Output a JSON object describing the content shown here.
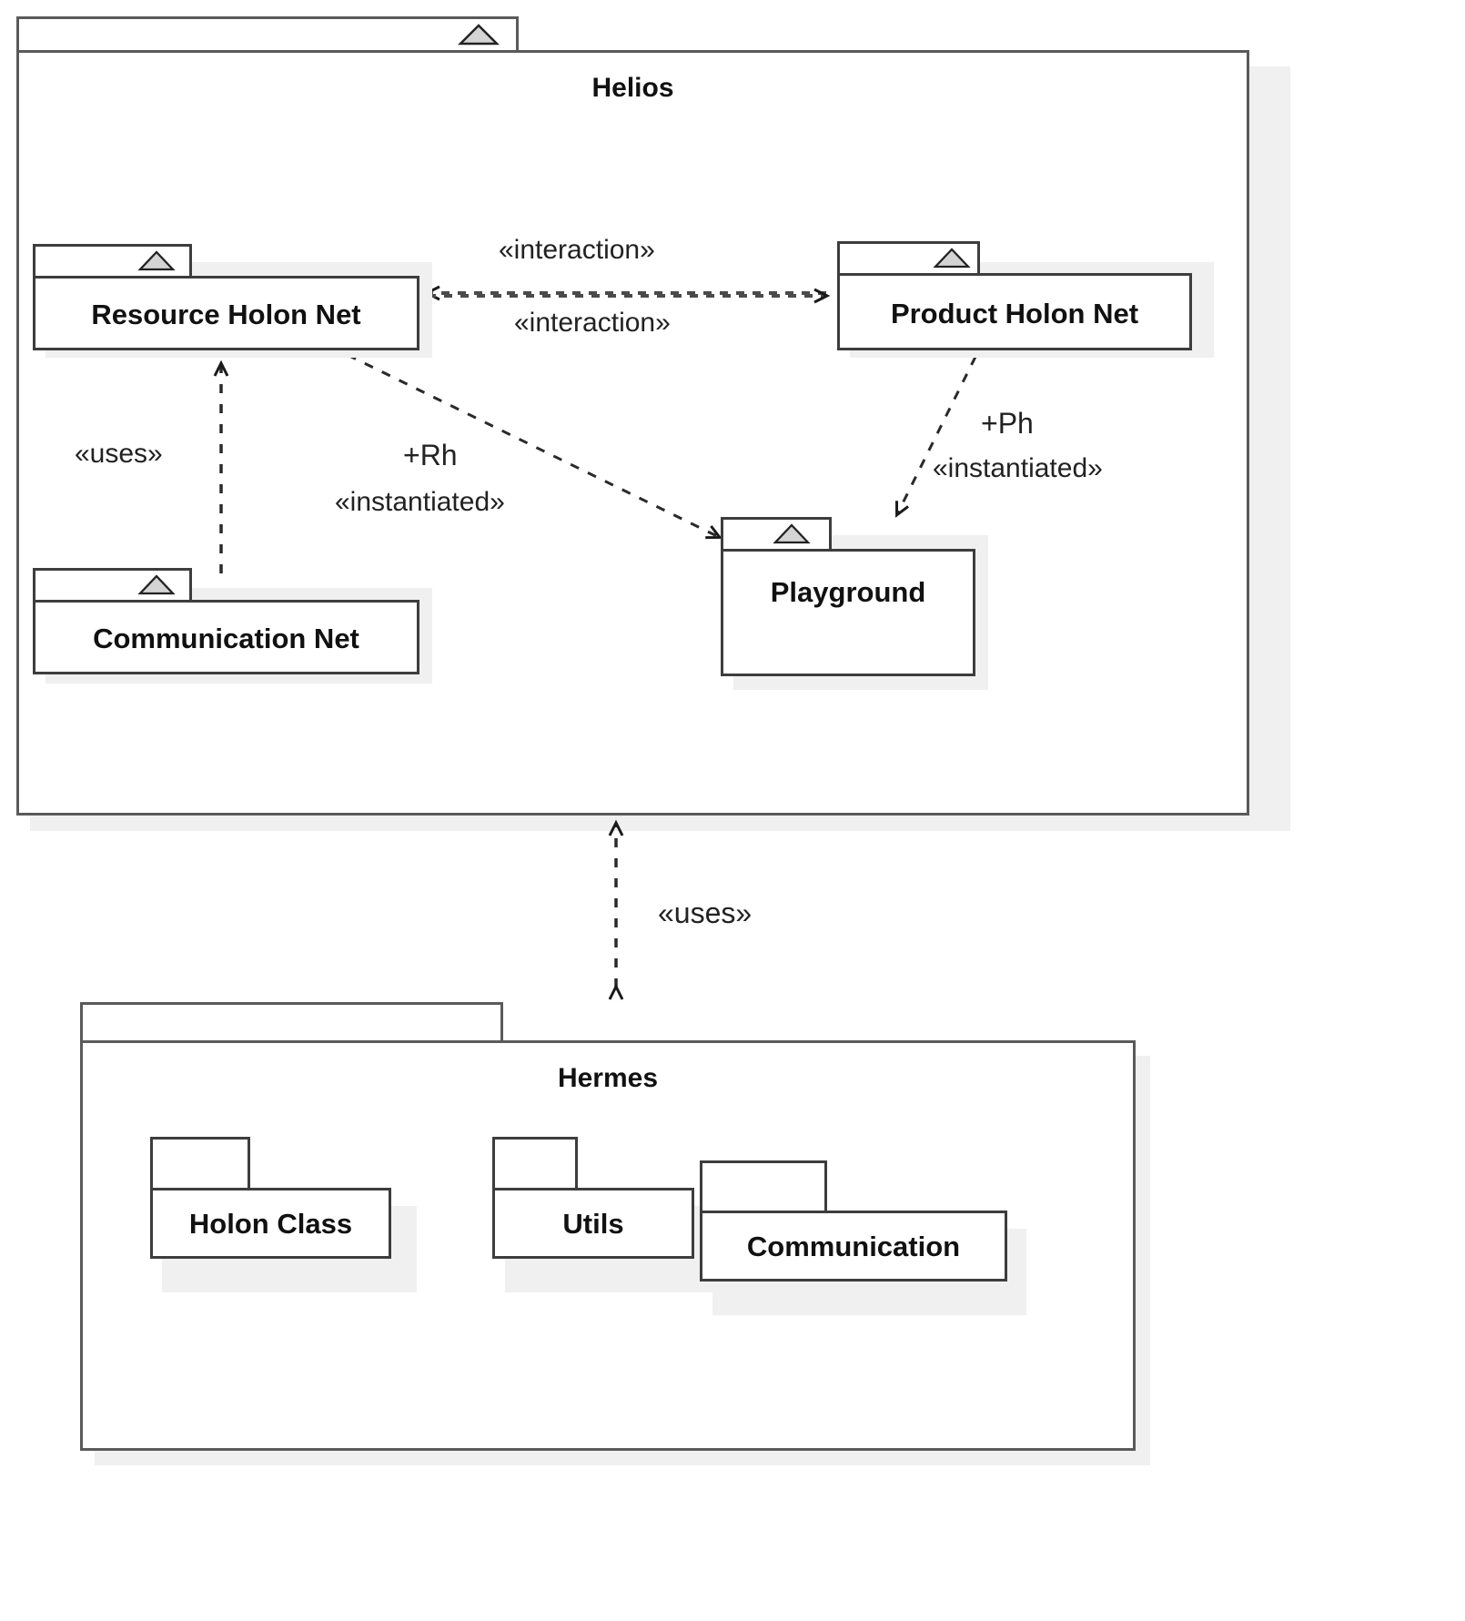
{
  "diagram": {
    "type": "uml-package-diagram",
    "title": "Helios / Hermes package structure"
  },
  "packages": {
    "helios": {
      "name": "Helios",
      "icon": "triangle-icon",
      "children": {
        "resource_holon_net": {
          "name": "Resource Holon Net",
          "icon": "triangle-icon"
        },
        "product_holon_net": {
          "name": "Product Holon Net",
          "icon": "triangle-icon"
        },
        "communication_net": {
          "name": "Communication Net",
          "icon": "triangle-icon"
        },
        "playground": {
          "name": "Playground",
          "icon": "triangle-icon"
        }
      }
    },
    "hermes": {
      "name": "Hermes",
      "children": {
        "holon_class": {
          "name": "Holon Class"
        },
        "utils": {
          "name": "Utils"
        },
        "communication": {
          "name": "Communication"
        }
      }
    }
  },
  "edges": [
    {
      "id": "rhn-phn-top",
      "from": "product_holon_net",
      "to": "resource_holon_net",
      "style": "dashed",
      "arrow": "open",
      "label": "«interaction»"
    },
    {
      "id": "rhn-phn-bottom",
      "from": "resource_holon_net",
      "to": "product_holon_net",
      "style": "dashed",
      "arrow": "open",
      "label": "«interaction»"
    },
    {
      "id": "cn-rhn",
      "from": "communication_net",
      "to": "resource_holon_net",
      "style": "dashed",
      "arrow": "open",
      "label": "«uses»"
    },
    {
      "id": "rhn-playground",
      "from": "resource_holon_net",
      "to": "playground",
      "style": "dashed",
      "arrow": "open",
      "label": "+Rh",
      "label2": "«instantiated»"
    },
    {
      "id": "phn-playground",
      "from": "product_holon_net",
      "to": "playground",
      "style": "dashed",
      "arrow": "open",
      "label": "+Ph",
      "label2": "«instantiated»"
    },
    {
      "id": "hermes-helios",
      "from": "hermes",
      "to": "helios",
      "style": "dashed",
      "arrow": "open-both",
      "label": "«uses»"
    }
  ],
  "labels": {
    "interaction_top": "«interaction»",
    "interaction_bottom": "«interaction»",
    "uses_left": "«uses»",
    "uses_middle": "«uses»",
    "rh": "+Rh",
    "rh_stereotype": "«instantiated»",
    "ph": "+Ph",
    "ph_stereotype": "«instantiated»"
  },
  "colors": {
    "stroke": "#5a5a5a",
    "stroke_dark": "#3d3d3d",
    "shadow": "#f0f0f0",
    "text": "#111111",
    "background": "#ffffff"
  }
}
